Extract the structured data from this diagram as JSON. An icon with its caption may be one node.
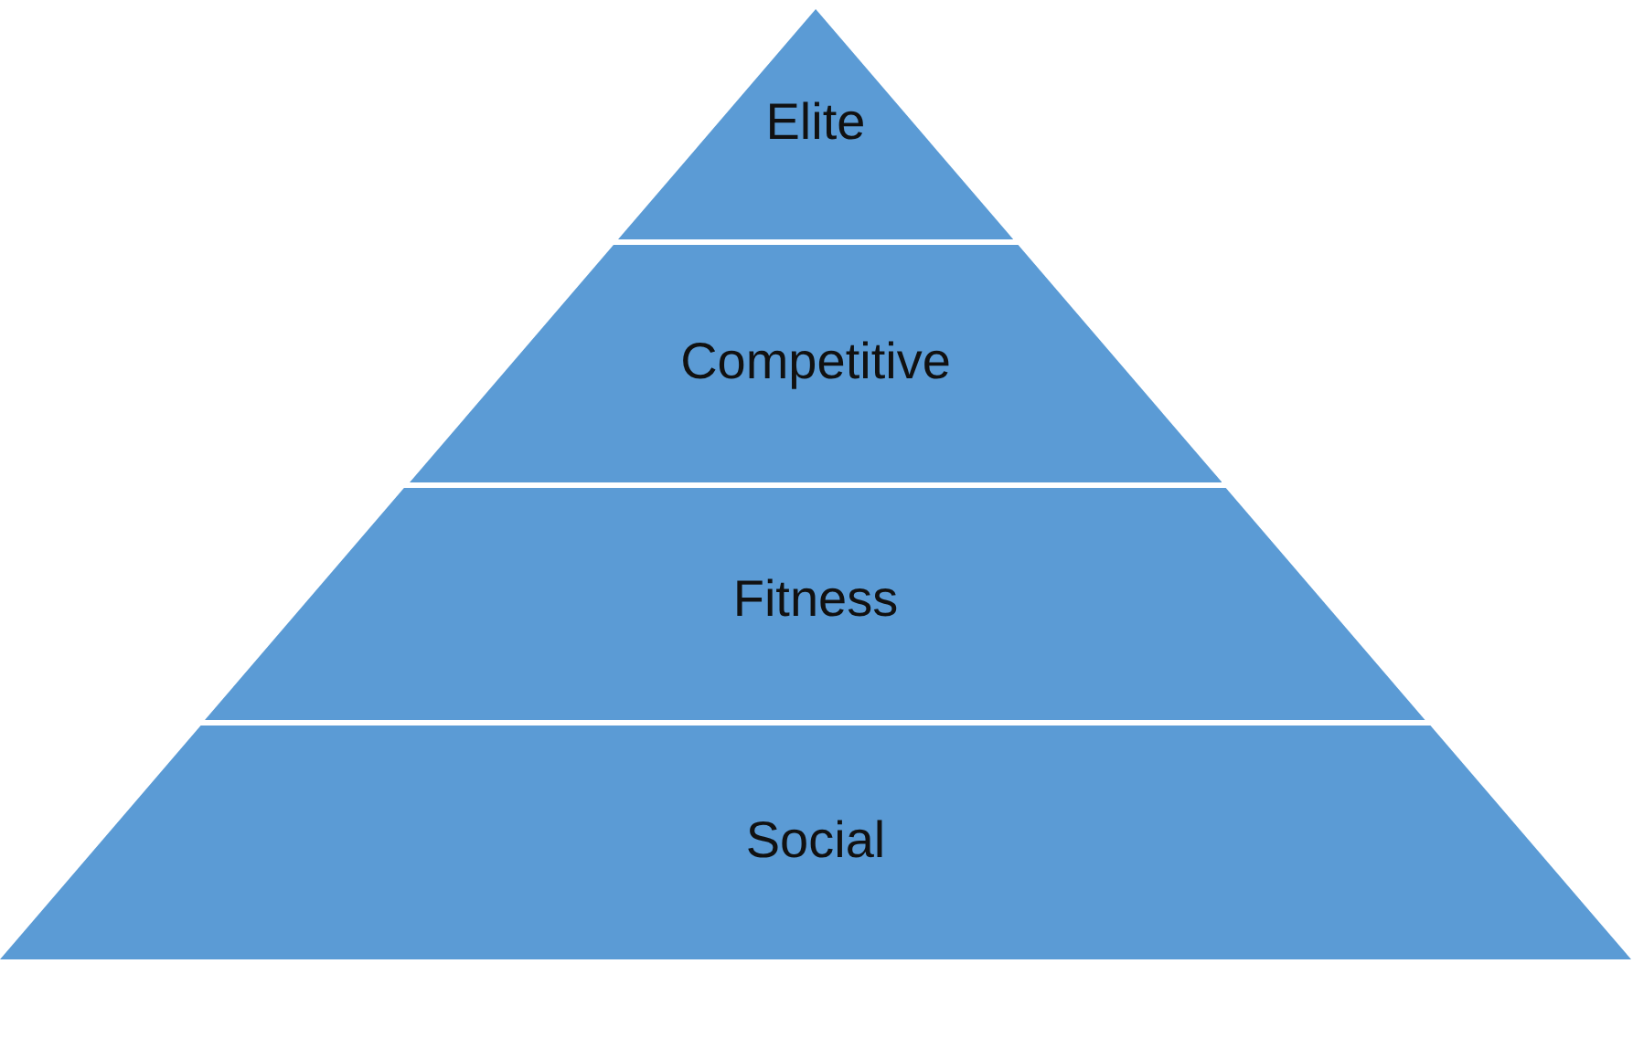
{
  "diagram": {
    "nodes": [
      {
        "text": [
          "Elite"
        ]
      },
      {
        "text": [
          "Competitive"
        ]
      },
      {
        "text": [
          "Fitness"
        ]
      },
      {
        "text": [
          "Social"
        ]
      }
    ]
  }
}
